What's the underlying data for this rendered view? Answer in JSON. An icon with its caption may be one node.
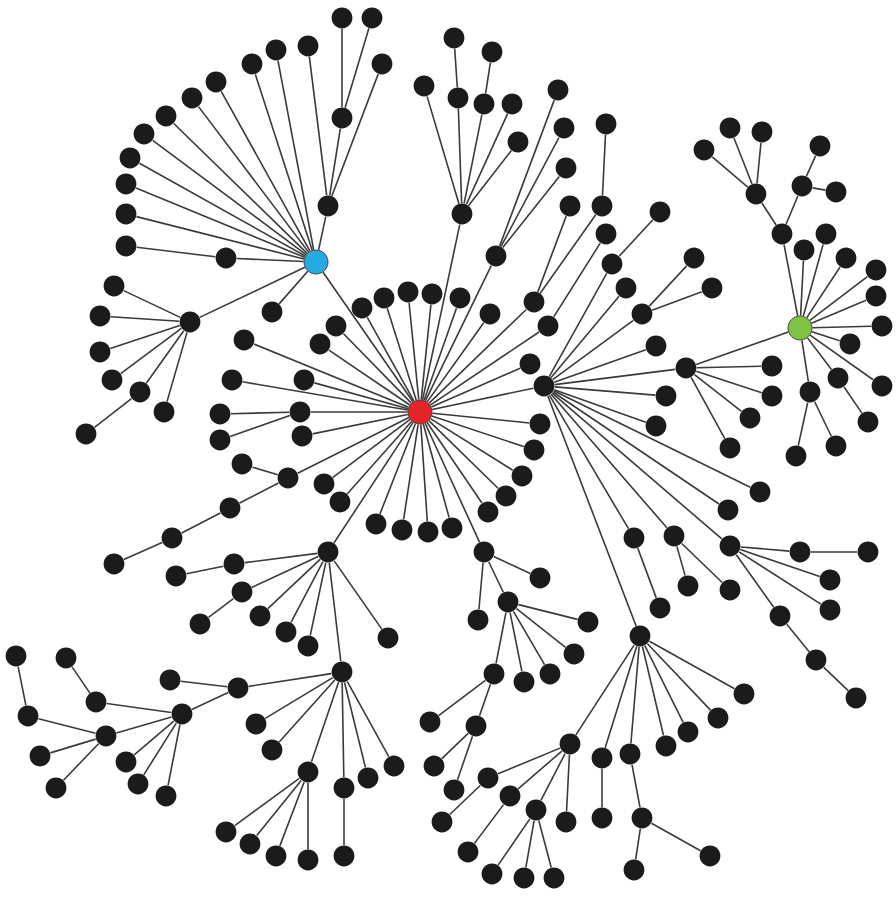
{
  "diagram": {
    "nodes": [
      {
        "text": [],
        "shape": "circle"
      },
      {
        "text": [],
        "shape": "circle"
      },
      {
        "text": [],
        "shape": "circle"
      },
      {
        "text": [],
        "shape": "circle"
      },
      {
        "text": [],
        "shape": "circle"
      },
      {
        "text": [],
        "shape": "circle"
      },
      {
        "text": [],
        "shape": "circle"
      },
      {
        "text": [],
        "shape": "circle"
      },
      {
        "text": [],
        "shape": "circle"
      },
      {
        "text": [],
        "shape": "circle"
      },
      {
        "text": [],
        "shape": "circle"
      },
      {
        "text": [],
        "shape": "circle"
      },
      {
        "text": [],
        "shape": "circle"
      },
      {
        "text": [],
        "shape": "circle"
      },
      {
        "text": [],
        "shape": "circle"
      },
      {
        "text": [],
        "shape": "circle"
      },
      {
        "text": [],
        "shape": "circle"
      },
      {
        "text": [],
        "shape": "circle"
      },
      {
        "text": [],
        "shape": "circle"
      },
      {
        "text": [],
        "shape": "circle"
      },
      {
        "text": [],
        "shape": "circle"
      },
      {
        "text": [],
        "shape": "circle"
      },
      {
        "text": [],
        "shape": "circle"
      },
      {
        "text": [],
        "shape": "circle"
      },
      {
        "text": [],
        "shape": "circle"
      },
      {
        "text": [],
        "shape": "circle"
      },
      {
        "text": [],
        "shape": "circle"
      },
      {
        "text": [],
        "shape": "circle"
      },
      {
        "text": [],
        "shape": "circle"
      },
      {
        "text": [],
        "shape": "circle"
      },
      {
        "text": [],
        "shape": "circle"
      },
      {
        "text": [],
        "shape": "circle"
      },
      {
        "text": [],
        "shape": "circle"
      },
      {
        "text": [],
        "shape": "circle"
      },
      {
        "text": [],
        "shape": "circle"
      },
      {
        "text": [],
        "shape": "circle"
      },
      {
        "text": [],
        "shape": "circle"
      },
      {
        "text": [],
        "shape": "circle"
      },
      {
        "text": [],
        "shape": "circle"
      },
      {
        "text": [],
        "shape": "circle"
      },
      {
        "text": [],
        "shape": "circle"
      },
      {
        "text": [],
        "shape": "circle"
      },
      {
        "text": [],
        "shape": "circle"
      },
      {
        "text": [],
        "shape": "circle"
      },
      {
        "text": [],
        "shape": "circle"
      },
      {
        "text": [],
        "shape": "circle"
      },
      {
        "text": [],
        "shape": "circle"
      },
      {
        "text": [],
        "shape": "circle"
      },
      {
        "text": [],
        "shape": "circle"
      },
      {
        "text": [],
        "shape": "circle"
      },
      {
        "text": [],
        "shape": "circle"
      },
      {
        "text": [],
        "shape": "circle"
      },
      {
        "text": [],
        "shape": "circle"
      },
      {
        "text": [],
        "shape": "circle"
      },
      {
        "text": [],
        "shape": "circle"
      },
      {
        "text": [],
        "shape": "circle"
      },
      {
        "text": [],
        "shape": "circle"
      },
      {
        "text": [],
        "shape": "circle"
      },
      {
        "text": [],
        "shape": "circle"
      },
      {
        "text": [],
        "shape": "circle"
      },
      {
        "text": [],
        "shape": "circle"
      },
      {
        "text": [],
        "shape": "circle"
      },
      {
        "text": [],
        "shape": "circle"
      },
      {
        "text": [],
        "shape": "circle"
      },
      {
        "text": [],
        "shape": "circle"
      },
      {
        "text": [],
        "shape": "circle"
      },
      {
        "text": [],
        "shape": "circle"
      },
      {
        "text": [],
        "shape": "circle"
      },
      {
        "text": [],
        "shape": "circle"
      },
      {
        "text": [],
        "shape": "circle"
      },
      {
        "text": [],
        "shape": "circle"
      },
      {
        "text": [],
        "shape": "circle"
      },
      {
        "text": [],
        "shape": "circle"
      },
      {
        "text": [],
        "shape": "circle"
      },
      {
        "text": [],
        "shape": "circle"
      },
      {
        "text": [],
        "shape": "circle"
      },
      {
        "text": [],
        "shape": "circle"
      },
      {
        "text": [],
        "shape": "circle"
      },
      {
        "text": [],
        "shape": "circle"
      },
      {
        "text": [],
        "shape": "circle"
      },
      {
        "text": [],
        "shape": "circle"
      },
      {
        "text": [],
        "shape": "circle"
      },
      {
        "text": [],
        "shape": "circle"
      },
      {
        "text": [],
        "shape": "circle"
      },
      {
        "text": [],
        "shape": "circle"
      },
      {
        "text": [],
        "shape": "circle"
      },
      {
        "text": [],
        "shape": "circle"
      },
      {
        "text": [],
        "shape": "circle"
      },
      {
        "text": [],
        "shape": "circle"
      },
      {
        "text": [],
        "shape": "circle"
      },
      {
        "text": [],
        "shape": "circle"
      },
      {
        "text": [],
        "shape": "circle"
      },
      {
        "text": [],
        "shape": "circle"
      },
      {
        "text": [],
        "shape": "circle"
      },
      {
        "text": [],
        "shape": "circle"
      },
      {
        "text": [],
        "shape": "circle"
      },
      {
        "text": [],
        "shape": "circle"
      },
      {
        "text": [],
        "shape": "circle"
      },
      {
        "text": [],
        "shape": "circle"
      },
      {
        "text": [],
        "shape": "circle"
      },
      {
        "text": [],
        "shape": "circle"
      },
      {
        "text": [],
        "shape": "circle"
      },
      {
        "text": [],
        "shape": "circle"
      },
      {
        "text": [],
        "shape": "circle"
      },
      {
        "text": [],
        "shape": "circle"
      },
      {
        "text": [],
        "shape": "circle"
      },
      {
        "text": [],
        "shape": "circle"
      },
      {
        "text": [],
        "shape": "circle"
      },
      {
        "text": [],
        "shape": "circle"
      },
      {
        "text": [],
        "shape": "circle"
      },
      {
        "text": [],
        "shape": "circle"
      },
      {
        "text": [],
        "shape": "circle"
      },
      {
        "text": [],
        "shape": "circle"
      },
      {
        "text": [],
        "shape": "circle"
      },
      {
        "text": [],
        "shape": "circle"
      },
      {
        "text": [],
        "shape": "circle"
      },
      {
        "text": [],
        "shape": "circle"
      },
      {
        "text": [],
        "shape": "circle"
      },
      {
        "text": [],
        "shape": "circle"
      },
      {
        "text": [],
        "shape": "circle"
      },
      {
        "text": [],
        "shape": "circle"
      },
      {
        "text": [],
        "shape": "circle"
      },
      {
        "text": [],
        "shape": "circle"
      },
      {
        "text": [],
        "shape": "circle"
      },
      {
        "text": [],
        "shape": "circle"
      },
      {
        "text": [],
        "shape": "circle"
      },
      {
        "text": [],
        "shape": "circle"
      },
      {
        "text": [],
        "shape": "circle"
      },
      {
        "text": [],
        "shape": "circle"
      },
      {
        "text": [],
        "shape": "circle"
      },
      {
        "text": [],
        "shape": "circle"
      },
      {
        "text": [],
        "shape": "circle"
      },
      {
        "text": [],
        "shape": "circle"
      },
      {
        "text": [],
        "shape": "circle"
      },
      {
        "text": [],
        "shape": "circle"
      },
      {
        "text": [],
        "shape": "circle"
      },
      {
        "text": [],
        "shape": "circle"
      },
      {
        "text": [],
        "shape": "circle"
      },
      {
        "text": [],
        "shape": "circle"
      },
      {
        "text": [],
        "shape": "circle"
      },
      {
        "text": [],
        "shape": "circle"
      },
      {
        "text": [],
        "shape": "circle"
      },
      {
        "text": [],
        "shape": "circle"
      },
      {
        "text": [],
        "shape": "circle"
      },
      {
        "text": [],
        "shape": "circle"
      },
      {
        "text": [],
        "shape": "circle"
      },
      {
        "text": [],
        "shape": "circle"
      },
      {
        "text": [],
        "shape": "circle"
      },
      {
        "text": [],
        "shape": "circle"
      },
      {
        "text": [],
        "shape": "circle"
      },
      {
        "text": [],
        "shape": "circle"
      },
      {
        "text": [],
        "shape": "circle"
      },
      {
        "text": [],
        "shape": "circle"
      },
      {
        "text": [],
        "shape": "circle"
      },
      {
        "text": [],
        "shape": "circle"
      },
      {
        "text": [],
        "shape": "circle"
      },
      {
        "text": [],
        "shape": "circle"
      },
      {
        "text": [],
        "shape": "circle"
      },
      {
        "text": [],
        "shape": "circle"
      },
      {
        "text": [],
        "shape": "circle"
      },
      {
        "text": [],
        "shape": "circle"
      },
      {
        "text": [],
        "shape": "circle"
      },
      {
        "text": [],
        "shape": "circle"
      },
      {
        "text": [],
        "shape": "circle"
      },
      {
        "text": [],
        "shape": "circle"
      },
      {
        "text": [],
        "shape": "circle"
      },
      {
        "text": [],
        "shape": "circle"
      },
      {
        "text": [],
        "shape": "circle"
      },
      {
        "text": [],
        "shape": "circle"
      },
      {
        "text": [],
        "shape": "circle"
      },
      {
        "text": [],
        "shape": "circle"
      },
      {
        "text": [],
        "shape": "circle"
      },
      {
        "text": [],
        "shape": "circle"
      },
      {
        "text": [],
        "shape": "circle"
      },
      {
        "text": [],
        "shape": "circle"
      },
      {
        "text": [],
        "shape": "circle"
      },
      {
        "text": [],
        "shape": "circle"
      },
      {
        "text": [],
        "shape": "circle"
      },
      {
        "text": [],
        "shape": "circle"
      },
      {
        "text": [],
        "shape": "circle"
      },
      {
        "text": [],
        "shape": "circle"
      },
      {
        "text": [],
        "shape": "circle"
      },
      {
        "text": [],
        "shape": "circle"
      },
      {
        "text": [],
        "shape": "circle"
      },
      {
        "text": [],
        "shape": "circle"
      },
      {
        "text": [],
        "shape": "circle"
      },
      {
        "text": [],
        "shape": "circle"
      },
      {
        "text": [],
        "shape": "circle"
      },
      {
        "text": [],
        "shape": "circle"
      },
      {
        "text": [],
        "shape": "circle"
      },
      {
        "text": [],
        "shape": "circle"
      },
      {
        "text": [],
        "shape": "circle"
      },
      {
        "text": [],
        "shape": "circle"
      },
      {
        "text": [],
        "shape": "circle"
      },
      {
        "text": [],
        "shape": "circle"
      },
      {
        "text": [],
        "shape": "circle"
      },
      {
        "text": [],
        "shape": "circle"
      },
      {
        "text": [],
        "shape": "circle"
      }
    ],
    "edges": [
      {
        "from": 0,
        "to": 1,
        "arrow": "none"
      },
      {
        "from": 0,
        "to": 2,
        "arrow": "none"
      },
      {
        "from": 0,
        "to": 3,
        "arrow": "none"
      },
      {
        "from": 0,
        "to": 4,
        "arrow": "none"
      },
      {
        "from": 0,
        "to": 5,
        "arrow": "none"
      },
      {
        "from": 0,
        "to": 6,
        "arrow": "none"
      },
      {
        "from": 0,
        "to": 7,
        "arrow": "none"
      },
      {
        "from": 0,
        "to": 8,
        "arrow": "none"
      },
      {
        "from": 0,
        "to": 9,
        "arrow": "none"
      },
      {
        "from": 0,
        "to": 10,
        "arrow": "none"
      },
      {
        "from": 0,
        "to": 11,
        "arrow": "none"
      },
      {
        "from": 0,
        "to": 12,
        "arrow": "none"
      },
      {
        "from": 0,
        "to": 13,
        "arrow": "none"
      },
      {
        "from": 0,
        "to": 14,
        "arrow": "none"
      },
      {
        "from": 0,
        "to": 15,
        "arrow": "none"
      },
      {
        "from": 0,
        "to": 16,
        "arrow": "none"
      },
      {
        "from": 0,
        "to": 17,
        "arrow": "none"
      },
      {
        "from": 0,
        "to": 18,
        "arrow": "none"
      },
      {
        "from": 0,
        "to": 19,
        "arrow": "none"
      },
      {
        "from": 0,
        "to": 20,
        "arrow": "none"
      },
      {
        "from": 0,
        "to": 21,
        "arrow": "none"
      },
      {
        "from": 0,
        "to": 22,
        "arrow": "none"
      },
      {
        "from": 0,
        "to": 23,
        "arrow": "none"
      },
      {
        "from": 0,
        "to": 24,
        "arrow": "none"
      },
      {
        "from": 0,
        "to": 25,
        "arrow": "none"
      },
      {
        "from": 4,
        "to": 26,
        "arrow": "none"
      },
      {
        "from": 4,
        "to": 27,
        "arrow": "none"
      },
      {
        "from": 0,
        "to": 28,
        "arrow": "none"
      },
      {
        "from": 28,
        "to": 29,
        "arrow": "none"
      },
      {
        "from": 28,
        "to": 30,
        "arrow": "none"
      },
      {
        "from": 30,
        "to": 31,
        "arrow": "none"
      },
      {
        "from": 31,
        "to": 32,
        "arrow": "none"
      },
      {
        "from": 0,
        "to": 33,
        "arrow": "none"
      },
      {
        "from": 33,
        "to": 34,
        "arrow": "none"
      },
      {
        "from": 34,
        "to": 35,
        "arrow": "none"
      },
      {
        "from": 33,
        "to": 36,
        "arrow": "none"
      },
      {
        "from": 33,
        "to": 37,
        "arrow": "none"
      },
      {
        "from": 33,
        "to": 38,
        "arrow": "none"
      },
      {
        "from": 33,
        "to": 39,
        "arrow": "none"
      },
      {
        "from": 33,
        "to": 40,
        "arrow": "none"
      },
      {
        "from": 33,
        "to": 41,
        "arrow": "none"
      },
      {
        "from": 33,
        "to": 42,
        "arrow": "none"
      },
      {
        "from": 33,
        "to": 43,
        "arrow": "none"
      },
      {
        "from": 33,
        "to": 44,
        "arrow": "none"
      },
      {
        "from": 33,
        "to": 45,
        "arrow": "none"
      },
      {
        "from": 45,
        "to": 46,
        "arrow": "none"
      },
      {
        "from": 45,
        "to": 47,
        "arrow": "none"
      },
      {
        "from": 47,
        "to": 48,
        "arrow": "none"
      },
      {
        "from": 47,
        "to": 49,
        "arrow": "none"
      },
      {
        "from": 45,
        "to": 50,
        "arrow": "none"
      },
      {
        "from": 33,
        "to": 51,
        "arrow": "none"
      },
      {
        "from": 33,
        "to": 52,
        "arrow": "none"
      },
      {
        "from": 52,
        "to": 53,
        "arrow": "none"
      },
      {
        "from": 52,
        "to": 54,
        "arrow": "none"
      },
      {
        "from": 52,
        "to": 55,
        "arrow": "none"
      },
      {
        "from": 52,
        "to": 56,
        "arrow": "none"
      },
      {
        "from": 52,
        "to": 57,
        "arrow": "none"
      },
      {
        "from": 52,
        "to": 58,
        "arrow": "none"
      },
      {
        "from": 57,
        "to": 59,
        "arrow": "none"
      },
      {
        "from": 0,
        "to": 60,
        "arrow": "none"
      },
      {
        "from": 60,
        "to": 61,
        "arrow": "none"
      },
      {
        "from": 60,
        "to": 62,
        "arrow": "none"
      },
      {
        "from": 62,
        "to": 63,
        "arrow": "none"
      },
      {
        "from": 60,
        "to": 64,
        "arrow": "none"
      },
      {
        "from": 64,
        "to": 65,
        "arrow": "none"
      },
      {
        "from": 60,
        "to": 66,
        "arrow": "none"
      },
      {
        "from": 60,
        "to": 67,
        "arrow": "none"
      },
      {
        "from": 0,
        "to": 68,
        "arrow": "none"
      },
      {
        "from": 68,
        "to": 69,
        "arrow": "none"
      },
      {
        "from": 68,
        "to": 70,
        "arrow": "none"
      },
      {
        "from": 68,
        "to": 71,
        "arrow": "none"
      },
      {
        "from": 0,
        "to": 72,
        "arrow": "none"
      },
      {
        "from": 72,
        "to": 73,
        "arrow": "none"
      },
      {
        "from": 72,
        "to": 74,
        "arrow": "none"
      },
      {
        "from": 74,
        "to": 75,
        "arrow": "none"
      },
      {
        "from": 0,
        "to": 76,
        "arrow": "none"
      },
      {
        "from": 76,
        "to": 77,
        "arrow": "none"
      },
      {
        "from": 0,
        "to": 78,
        "arrow": "none"
      },
      {
        "from": 78,
        "to": 79,
        "arrow": "none"
      },
      {
        "from": 79,
        "to": 80,
        "arrow": "none"
      },
      {
        "from": 78,
        "to": 81,
        "arrow": "none"
      },
      {
        "from": 78,
        "to": 82,
        "arrow": "none"
      },
      {
        "from": 82,
        "to": 83,
        "arrow": "none"
      },
      {
        "from": 82,
        "to": 84,
        "arrow": "none"
      },
      {
        "from": 78,
        "to": 85,
        "arrow": "none"
      },
      {
        "from": 78,
        "to": 86,
        "arrow": "none"
      },
      {
        "from": 86,
        "to": 87,
        "arrow": "none"
      },
      {
        "from": 86,
        "to": 88,
        "arrow": "none"
      },
      {
        "from": 86,
        "to": 89,
        "arrow": "none"
      },
      {
        "from": 86,
        "to": 90,
        "arrow": "none"
      },
      {
        "from": 78,
        "to": 91,
        "arrow": "none"
      },
      {
        "from": 78,
        "to": 92,
        "arrow": "none"
      },
      {
        "from": 86,
        "to": 93,
        "arrow": "none"
      },
      {
        "from": 93,
        "to": 94,
        "arrow": "none"
      },
      {
        "from": 94,
        "to": 95,
        "arrow": "none"
      },
      {
        "from": 95,
        "to": 96,
        "arrow": "none"
      },
      {
        "from": 95,
        "to": 97,
        "arrow": "none"
      },
      {
        "from": 95,
        "to": 98,
        "arrow": "none"
      },
      {
        "from": 94,
        "to": 99,
        "arrow": "none"
      },
      {
        "from": 99,
        "to": 100,
        "arrow": "none"
      },
      {
        "from": 99,
        "to": 101,
        "arrow": "none"
      },
      {
        "from": 93,
        "to": 102,
        "arrow": "none"
      },
      {
        "from": 93,
        "to": 103,
        "arrow": "none"
      },
      {
        "from": 93,
        "to": 104,
        "arrow": "none"
      },
      {
        "from": 93,
        "to": 105,
        "arrow": "none"
      },
      {
        "from": 93,
        "to": 106,
        "arrow": "none"
      },
      {
        "from": 93,
        "to": 107,
        "arrow": "none"
      },
      {
        "from": 93,
        "to": 108,
        "arrow": "none"
      },
      {
        "from": 93,
        "to": 109,
        "arrow": "none"
      },
      {
        "from": 109,
        "to": 110,
        "arrow": "none"
      },
      {
        "from": 93,
        "to": 111,
        "arrow": "none"
      },
      {
        "from": 93,
        "to": 112,
        "arrow": "none"
      },
      {
        "from": 112,
        "to": 113,
        "arrow": "none"
      },
      {
        "from": 112,
        "to": 114,
        "arrow": "none"
      },
      {
        "from": 78,
        "to": 115,
        "arrow": "none"
      },
      {
        "from": 115,
        "to": 116,
        "arrow": "none"
      },
      {
        "from": 116,
        "to": 117,
        "arrow": "none"
      },
      {
        "from": 115,
        "to": 118,
        "arrow": "none"
      },
      {
        "from": 115,
        "to": 119,
        "arrow": "none"
      },
      {
        "from": 115,
        "to": 120,
        "arrow": "none"
      },
      {
        "from": 120,
        "to": 121,
        "arrow": "none"
      },
      {
        "from": 121,
        "to": 122,
        "arrow": "none"
      },
      {
        "from": 78,
        "to": 123,
        "arrow": "none"
      },
      {
        "from": 123,
        "to": 124,
        "arrow": "none"
      },
      {
        "from": 78,
        "to": 125,
        "arrow": "none"
      },
      {
        "from": 125,
        "to": 126,
        "arrow": "none"
      },
      {
        "from": 125,
        "to": 127,
        "arrow": "none"
      },
      {
        "from": 78,
        "to": 128,
        "arrow": "none"
      },
      {
        "from": 78,
        "to": 129,
        "arrow": "none"
      },
      {
        "from": 78,
        "to": 130,
        "arrow": "none"
      },
      {
        "from": 130,
        "to": 131,
        "arrow": "none"
      },
      {
        "from": 131,
        "to": 132,
        "arrow": "none"
      },
      {
        "from": 130,
        "to": 133,
        "arrow": "none"
      },
      {
        "from": 133,
        "to": 134,
        "arrow": "none"
      },
      {
        "from": 134,
        "to": 135,
        "arrow": "none"
      },
      {
        "from": 134,
        "to": 136,
        "arrow": "none"
      },
      {
        "from": 130,
        "to": 137,
        "arrow": "none"
      },
      {
        "from": 130,
        "to": 138,
        "arrow": "none"
      },
      {
        "from": 130,
        "to": 139,
        "arrow": "none"
      },
      {
        "from": 130,
        "to": 140,
        "arrow": "none"
      },
      {
        "from": 130,
        "to": 141,
        "arrow": "none"
      },
      {
        "from": 141,
        "to": 142,
        "arrow": "none"
      },
      {
        "from": 142,
        "to": 143,
        "arrow": "none"
      },
      {
        "from": 141,
        "to": 144,
        "arrow": "none"
      },
      {
        "from": 144,
        "to": 145,
        "arrow": "none"
      },
      {
        "from": 141,
        "to": 146,
        "arrow": "none"
      },
      {
        "from": 146,
        "to": 147,
        "arrow": "none"
      },
      {
        "from": 146,
        "to": 148,
        "arrow": "none"
      },
      {
        "from": 146,
        "to": 149,
        "arrow": "none"
      },
      {
        "from": 141,
        "to": 150,
        "arrow": "none"
      },
      {
        "from": 0,
        "to": 151,
        "arrow": "none"
      },
      {
        "from": 151,
        "to": 152,
        "arrow": "none"
      },
      {
        "from": 151,
        "to": 153,
        "arrow": "none"
      },
      {
        "from": 151,
        "to": 154,
        "arrow": "none"
      },
      {
        "from": 154,
        "to": 155,
        "arrow": "none"
      },
      {
        "from": 154,
        "to": 156,
        "arrow": "none"
      },
      {
        "from": 154,
        "to": 157,
        "arrow": "none"
      },
      {
        "from": 154,
        "to": 158,
        "arrow": "none"
      },
      {
        "from": 154,
        "to": 159,
        "arrow": "none"
      },
      {
        "from": 159,
        "to": 160,
        "arrow": "none"
      },
      {
        "from": 159,
        "to": 161,
        "arrow": "none"
      },
      {
        "from": 161,
        "to": 162,
        "arrow": "none"
      },
      {
        "from": 161,
        "to": 163,
        "arrow": "none"
      },
      {
        "from": 0,
        "to": 164,
        "arrow": "none"
      },
      {
        "from": 164,
        "to": 165,
        "arrow": "none"
      },
      {
        "from": 165,
        "to": 166,
        "arrow": "none"
      },
      {
        "from": 164,
        "to": 167,
        "arrow": "none"
      },
      {
        "from": 167,
        "to": 168,
        "arrow": "none"
      },
      {
        "from": 164,
        "to": 169,
        "arrow": "none"
      },
      {
        "from": 164,
        "to": 170,
        "arrow": "none"
      },
      {
        "from": 164,
        "to": 171,
        "arrow": "none"
      },
      {
        "from": 164,
        "to": 172,
        "arrow": "none"
      },
      {
        "from": 164,
        "to": 173,
        "arrow": "none"
      },
      {
        "from": 173,
        "to": 174,
        "arrow": "none"
      },
      {
        "from": 174,
        "to": 175,
        "arrow": "none"
      },
      {
        "from": 174,
        "to": 176,
        "arrow": "none"
      },
      {
        "from": 176,
        "to": 177,
        "arrow": "none"
      },
      {
        "from": 177,
        "to": 178,
        "arrow": "none"
      },
      {
        "from": 176,
        "to": 179,
        "arrow": "none"
      },
      {
        "from": 179,
        "to": 180,
        "arrow": "none"
      },
      {
        "from": 180,
        "to": 181,
        "arrow": "none"
      },
      {
        "from": 179,
        "to": 182,
        "arrow": "none"
      },
      {
        "from": 179,
        "to": 183,
        "arrow": "none"
      },
      {
        "from": 176,
        "to": 184,
        "arrow": "none"
      },
      {
        "from": 176,
        "to": 185,
        "arrow": "none"
      },
      {
        "from": 176,
        "to": 186,
        "arrow": "none"
      },
      {
        "from": 173,
        "to": 187,
        "arrow": "none"
      },
      {
        "from": 173,
        "to": 188,
        "arrow": "none"
      },
      {
        "from": 173,
        "to": 189,
        "arrow": "none"
      },
      {
        "from": 189,
        "to": 190,
        "arrow": "none"
      },
      {
        "from": 189,
        "to": 191,
        "arrow": "none"
      },
      {
        "from": 189,
        "to": 192,
        "arrow": "none"
      },
      {
        "from": 189,
        "to": 193,
        "arrow": "none"
      },
      {
        "from": 173,
        "to": 194,
        "arrow": "none"
      },
      {
        "from": 194,
        "to": 195,
        "arrow": "none"
      },
      {
        "from": 173,
        "to": 196,
        "arrow": "none"
      },
      {
        "from": 173,
        "to": 197,
        "arrow": "none"
      }
    ]
  }
}
